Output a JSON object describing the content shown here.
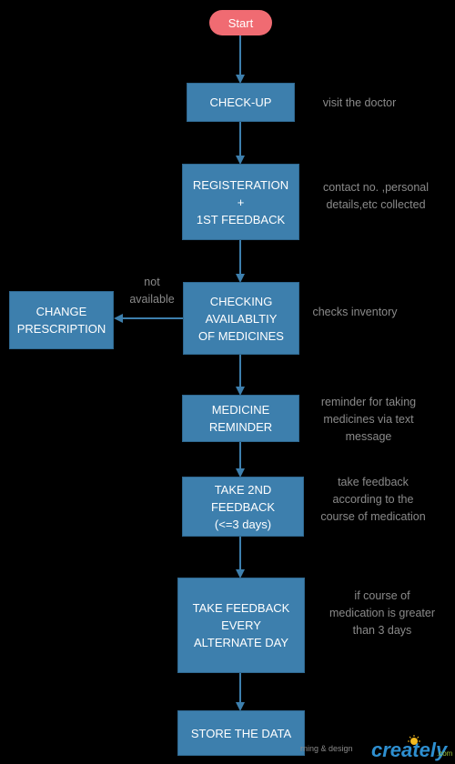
{
  "start": "Start",
  "nodes": {
    "checkup": [
      "CHECK-UP"
    ],
    "registration": [
      "REGISTERATION",
      "+",
      "1ST FEEDBACK"
    ],
    "checking": [
      "CHECKING",
      "AVAILABLTIY",
      "OF MEDICINES"
    ],
    "change": [
      "CHANGE",
      "PRESCRIPTION"
    ],
    "reminder": [
      "MEDICINE",
      "REMINDER"
    ],
    "feedback2": [
      "TAKE 2ND",
      "FEEDBACK",
      "(<=3 days)"
    ],
    "feedback_alt": [
      "TAKE FEEDBACK",
      "EVERY",
      "ALTERNATE DAY"
    ],
    "store": [
      "STORE THE DATA"
    ]
  },
  "notes": {
    "checkup": [
      "visit the doctor"
    ],
    "registration": [
      "contact no. ,personal",
      "details,etc collected"
    ],
    "not_available": [
      "not",
      "available"
    ],
    "checking": [
      "checks inventory"
    ],
    "reminder": [
      "reminder for taking",
      "medicines via text",
      "message"
    ],
    "feedback2": [
      "take feedback",
      "according to the",
      "course of medication"
    ],
    "feedback_alt": [
      "if course of",
      "medication is greater",
      "than 3 days"
    ]
  },
  "watermark": {
    "prefix": "rning & design",
    "brand": "creately",
    "suffix": ".com"
  },
  "colors": {
    "box": "#3d7fad",
    "start": "#f06b72",
    "arrow": "#3d7fad",
    "note": "#8a8a8a"
  }
}
